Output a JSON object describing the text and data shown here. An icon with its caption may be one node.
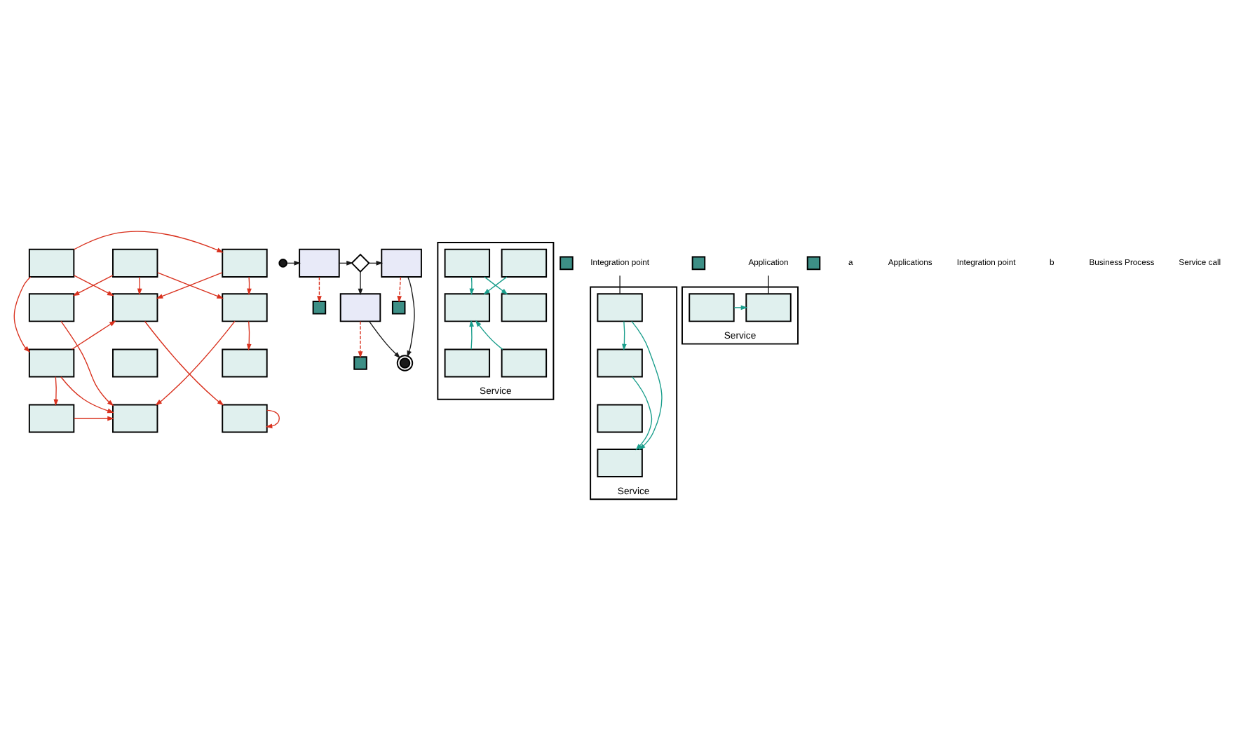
{
  "diagram": {
    "nodes": [
      {
        "text": [],
        "shape": "box"
      },
      {
        "text": [],
        "shape": "box"
      },
      {
        "text": [],
        "shape": "box"
      },
      {
        "text": [],
        "shape": "box"
      },
      {
        "text": [],
        "shape": "box"
      },
      {
        "text": [],
        "shape": "box"
      },
      {
        "text": [],
        "shape": "box"
      },
      {
        "text": [],
        "shape": "box"
      },
      {
        "text": [],
        "shape": "box"
      },
      {
        "text": [],
        "shape": "box"
      },
      {
        "text": [],
        "shape": "box"
      },
      {
        "text": [],
        "shape": "box"
      },
      {
        "text": [],
        "shape": "circle"
      },
      {
        "text": [],
        "shape": "box"
      },
      {
        "text": [],
        "shape": "diamond"
      },
      {
        "text": [],
        "shape": "box"
      },
      {
        "text": [],
        "shape": "box"
      },
      {
        "text": [],
        "shape": "circle"
      },
      {
        "text": [
          "Service"
        ]
      },
      {
        "text": [],
        "shape": "box"
      },
      {
        "text": [],
        "shape": "box",
        "in": 18
      },
      {
        "text": [],
        "shape": "box",
        "in": 18
      },
      {
        "text": [],
        "shape": "box",
        "in": 18
      },
      {
        "text": [],
        "shape": "box",
        "in": 18
      },
      {
        "text": [],
        "shape": "box",
        "in": 18
      },
      {
        "text": [],
        "shape": "box",
        "in": 18
      },
      {
        "text": [],
        "shape": "box"
      },
      {
        "text": [
          "Service"
        ]
      },
      {
        "text": [],
        "shape": "box"
      },
      {
        "text": [],
        "shape": "box",
        "in": 27
      },
      {
        "text": [],
        "shape": "box",
        "in": 27
      },
      {
        "text": [],
        "shape": "box",
        "in": 27
      },
      {
        "text": [],
        "shape": "box",
        "in": 27
      },
      {
        "text": [],
        "shape": "box"
      },
      {
        "text": [
          "Integration point"
        ]
      },
      {
        "text": [
          "Service"
        ]
      },
      {
        "text": [],
        "shape": "box"
      },
      {
        "text": [],
        "shape": "box",
        "in": 35
      },
      {
        "text": [],
        "shape": "box",
        "in": 35
      },
      {
        "text": [],
        "shape": "box"
      },
      {
        "text": [
          "Application"
        ]
      }
    ],
    "edges": [
      {
        "from": 0,
        "to": 2,
        "arrow": "to"
      },
      {
        "from": 0,
        "to": 6,
        "arrow": "to"
      },
      {
        "from": 0,
        "to": 4,
        "arrow": "to"
      },
      {
        "from": 1,
        "to": 3,
        "arrow": "to"
      },
      {
        "from": 1,
        "to": 5,
        "arrow": "to"
      },
      {
        "from": 1,
        "to": 4,
        "arrow": "to"
      },
      {
        "from": 2,
        "to": 5,
        "arrow": "to"
      },
      {
        "from": 2,
        "to": 4,
        "arrow": "to"
      },
      {
        "from": 6,
        "to": 4,
        "arrow": "to"
      },
      {
        "from": 3,
        "to": 10,
        "arrow": "to"
      },
      {
        "from": 4,
        "to": 11,
        "arrow": "to"
      },
      {
        "from": 5,
        "to": 10,
        "arrow": "to"
      },
      {
        "from": 5,
        "to": 8,
        "arrow": "to"
      },
      {
        "from": 6,
        "to": 9,
        "arrow": "to"
      },
      {
        "from": 6,
        "to": 10,
        "arrow": "to"
      },
      {
        "from": 9,
        "to": 10,
        "arrow": "to"
      },
      {
        "from": 11,
        "to": 11,
        "arrow": "to"
      },
      {
        "from": 12,
        "to": 13,
        "arrow": "to",
        "color": "#1a1a1a"
      },
      {
        "from": 13,
        "to": 14,
        "arrow": "to",
        "color": "#1a1a1a"
      },
      {
        "from": 14,
        "to": 15,
        "arrow": "to",
        "color": "#1a1a1a"
      },
      {
        "from": 14,
        "to": 16,
        "arrow": "to",
        "color": "#1a1a1a"
      },
      {
        "from": 15,
        "to": 17,
        "arrow": "to",
        "color": "#1a1a1a"
      },
      {
        "from": 16,
        "to": 17,
        "arrow": "to",
        "color": "#1a1a1a"
      },
      {
        "from": 13,
        "to": 36,
        "arrow": "to",
        "style": "dashed"
      },
      {
        "from": 16,
        "to": 19,
        "arrow": "to",
        "style": "dashed"
      },
      {
        "from": 15,
        "to": 28,
        "arrow": "to",
        "style": "dashed"
      },
      {
        "from": 21,
        "to": 22,
        "arrow": "to",
        "color": "#1a9e8c"
      },
      {
        "from": 20,
        "to": 23,
        "arrow": "to",
        "color": "#1a9e8c"
      },
      {
        "from": 21,
        "to": 23,
        "arrow": "to",
        "color": "#1a9e8c"
      },
      {
        "from": 24,
        "to": 23,
        "arrow": "to",
        "color": "#1a9e8c"
      },
      {
        "from": 25,
        "to": 23,
        "arrow": "to",
        "color": "#1a9e8c"
      },
      {
        "from": 29,
        "to": 30,
        "arrow": "to",
        "color": "#1a9e8c"
      },
      {
        "from": 30,
        "to": 32,
        "arrow": "to",
        "color": "#1a9e8c"
      },
      {
        "from": 29,
        "to": 32,
        "arrow": "to",
        "color": "#1a9e8c"
      },
      {
        "from": 34,
        "to": 29,
        "arrow": "none",
        "color": "#1a1a1a"
      },
      {
        "from": 37,
        "to": 38,
        "arrow": "to",
        "color": "#1a9e8c"
      },
      {
        "from": 40,
        "to": 38,
        "arrow": "none",
        "color": "#1a1a1a"
      }
    ],
    "labels": [
      "a",
      "Applications",
      "Integration point",
      "b",
      "Business Process",
      "Service call"
    ]
  }
}
